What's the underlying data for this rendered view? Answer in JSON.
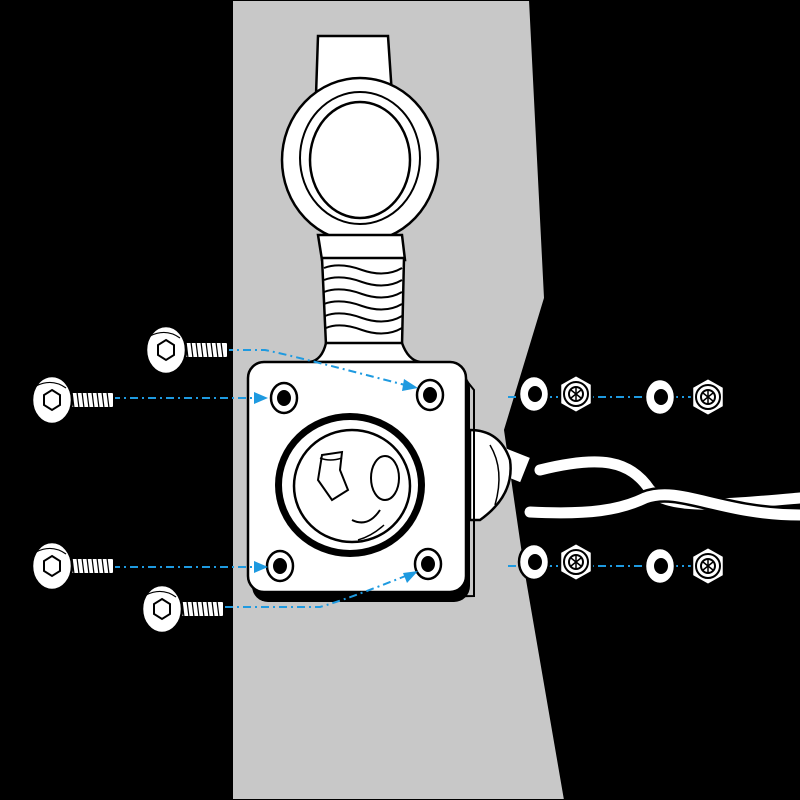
{
  "diagram": {
    "type": "exploded-assembly",
    "subject": "panel-mount-socket-installation",
    "parts": {
      "panel": "panel-icon",
      "socket": "socket-icon",
      "cap": "dust-cap-icon",
      "flange": "square-flange-icon",
      "screw": "button-head-screw-icon",
      "washer": "flat-washer-icon",
      "nut": "lock-nut-icon",
      "cable": "twin-cable-icon"
    },
    "counts": {
      "screws": 4,
      "washers": 8,
      "nuts": 4,
      "mounting_holes": 4
    },
    "colors": {
      "background": "#000000",
      "panel": "#c8c8c8",
      "part_fill": "#ffffff",
      "outline": "#000000",
      "guide_line": "#1e9ae0"
    }
  }
}
